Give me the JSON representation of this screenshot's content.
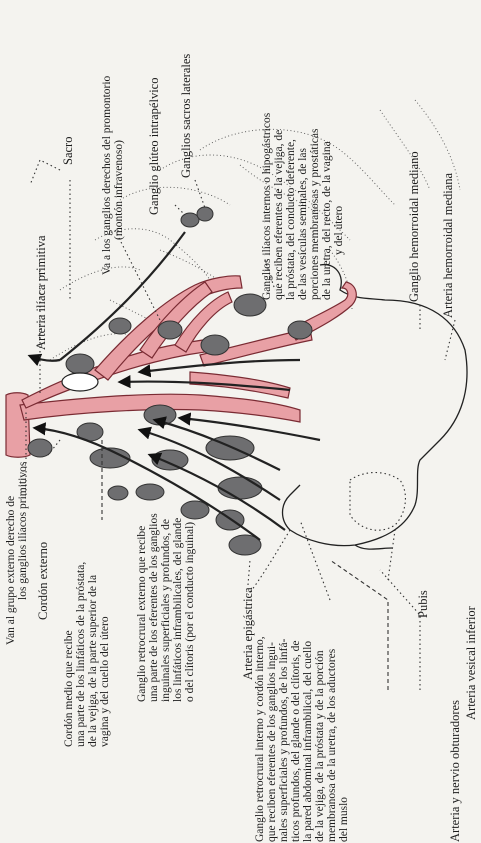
{
  "labels": {
    "l01": "Arteria y nervio obturadores",
    "l02": "Ganglio retrocrural interno y cordón interno,",
    "l03": "que reciben eferentes de los ganglios ingui-",
    "l04": "nales superficiales y profundos, de los linfá-",
    "l05": "ticos profundos, del glande o del clítoris, de",
    "l06": "la pared abdominal inframbilical, del cuello",
    "l07": "de la vejiga, de la próstata y de la porción",
    "l08": "membranosa de la uretra, de los aductores",
    "l09": "del muslo",
    "l10": "Arteria vesical inferior",
    "l11": "Pubis",
    "l12": "Arteria epigástrica",
    "l13": "Ganglio retrocrural externo que recibe",
    "l14": "una parte de los eferentes de los ganglios",
    "l15": "inguinales superficiales y profundos, de",
    "l16": "los linfáticos inframbilicales, del glande",
    "l17": "o del clítoris (por el conducto inguinal)",
    "l18": "Cordón medio que recibe",
    "l19": "una parte de los linfáticos de la próstata,",
    "l20": "de la vejiga, de la parte superior de la",
    "l21": "vagina y del cuello del útero",
    "l22": "Cordón externo",
    "l23": "Van al grupo externo derecho de",
    "l24": "los ganglios ilíacos primitivos",
    "l25": "Arteria ilíaca primitiva",
    "l26": "Va a los ganglios derechos del promontorio",
    "l27": "(montón infravenoso)",
    "l28": "Sacro",
    "l29": "Ganglio glúteo intrapélvico",
    "l30": "Ganglios sacros laterales",
    "l31": "Ganglios ilíacos internos o hipogástricos",
    "l32": "que reciben eferentes de la vejiga, de",
    "l33": "la próstata, del conducto deferente,",
    "l34": "de las vesículas seminales, de las",
    "l35": "porciones membranosas y prostáticas",
    "l36": "de la uretra, del recto, de la vagina",
    "l37": "y del útero",
    "l38": "Ganglio hemorroidal mediano",
    "l39": "Arteria hemorroidal mediana"
  },
  "colors": {
    "vessel": "#e8a0a5",
    "vessel_outline": "#7a2b33",
    "node": "#6e6e70",
    "background": "#f4f3ef"
  }
}
